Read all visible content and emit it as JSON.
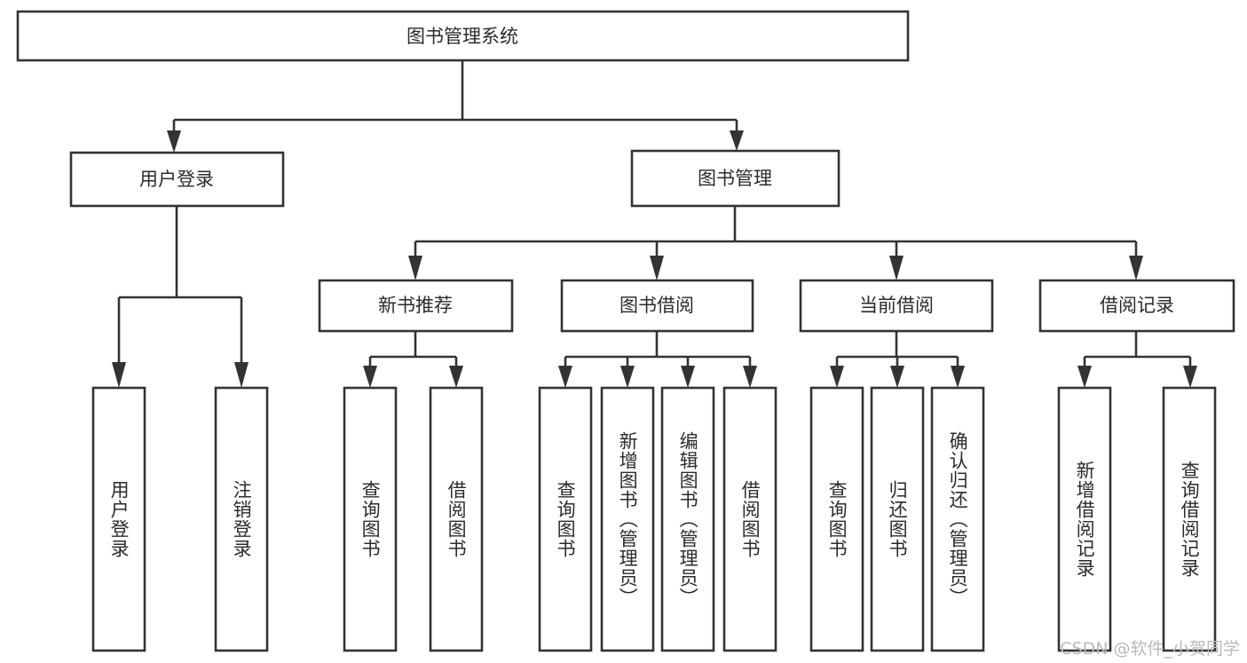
{
  "diagram": {
    "type": "tree",
    "title": "图书管理系统",
    "orientation": "top-down",
    "accent_color": "#333333",
    "background_color": "#ffffff",
    "text_color": "#2b2b2b"
  },
  "root": {
    "label": "图书管理系统"
  },
  "level2": [
    {
      "label": "用户登录"
    },
    {
      "label": "图书管理"
    }
  ],
  "level3": [
    {
      "label": "新书推荐"
    },
    {
      "label": "图书借阅"
    },
    {
      "label": "当前借阅"
    },
    {
      "label": "借阅记录"
    }
  ],
  "leaves": {
    "user_login": [
      {
        "label": "用户登录"
      },
      {
        "label": "注销登录"
      }
    ],
    "new_book_recommend": [
      {
        "label": "查询图书"
      },
      {
        "label": "借阅图书"
      }
    ],
    "book_borrow": [
      {
        "label": "查询图书"
      },
      {
        "label": "新增图书（管理员）"
      },
      {
        "label": "编辑图书（管理员）"
      },
      {
        "label": "借阅图书"
      }
    ],
    "current_borrow": [
      {
        "label": "查询图书"
      },
      {
        "label": "归还图书"
      },
      {
        "label": "确认归还（管理员）"
      }
    ],
    "borrow_record": [
      {
        "label": "新增借阅记录"
      },
      {
        "label": "查询借阅记录"
      }
    ]
  },
  "watermark": {
    "text": "CSDN @软件_小贺同学"
  }
}
